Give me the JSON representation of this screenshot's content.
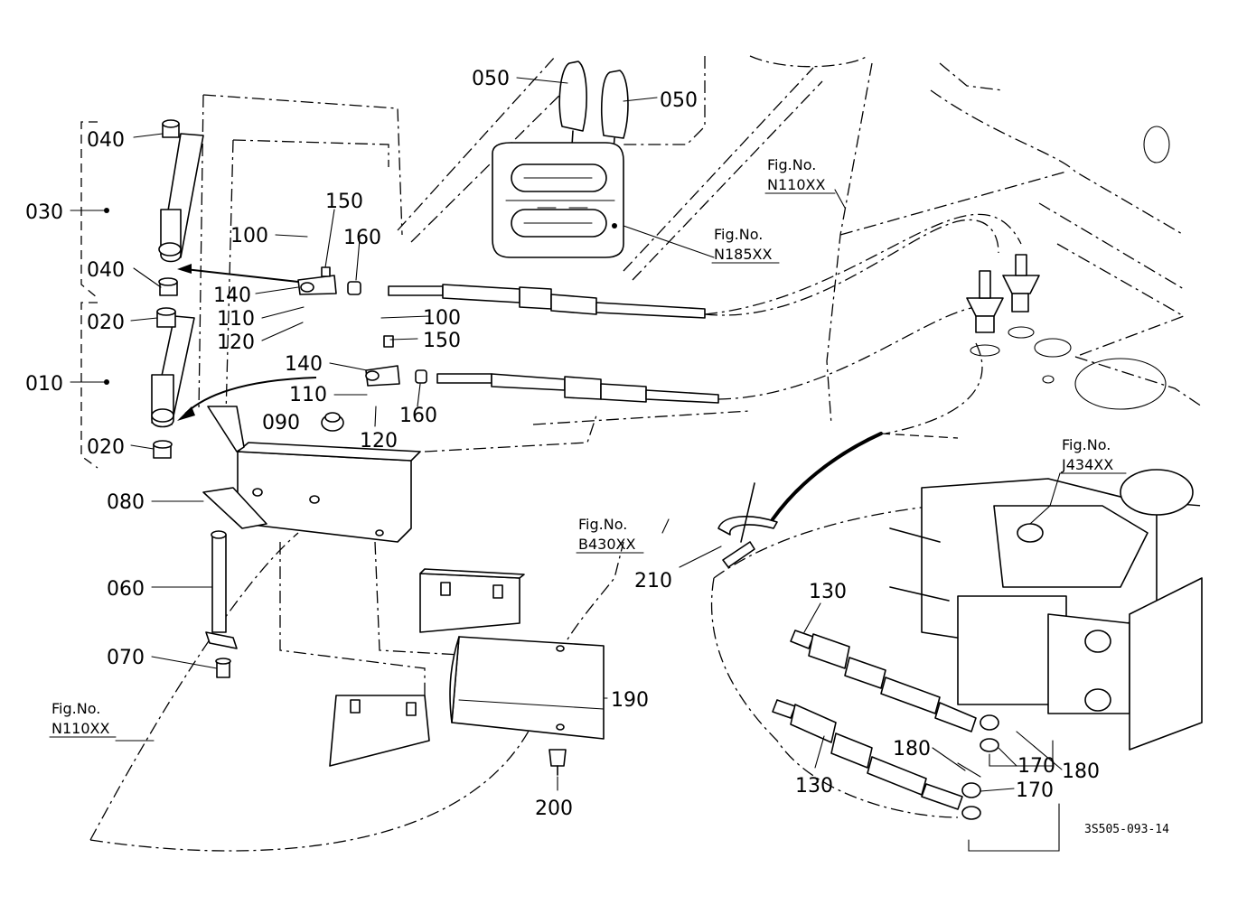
{
  "labels": {
    "p010": "010",
    "p020a": "020",
    "p020b": "020",
    "p030": "030",
    "p040a": "040",
    "p040b": "040",
    "p050a": "050",
    "p050b": "050",
    "p060": "060",
    "p070": "070",
    "p080": "080",
    "p090": "090",
    "p100a": "100",
    "p100b": "100",
    "p110a": "110",
    "p110b": "110",
    "p120a": "120",
    "p120b": "120",
    "p130a": "130",
    "p130b": "130",
    "p140a": "140",
    "p140b": "140",
    "p150a": "150",
    "p150b": "150",
    "p160a": "160",
    "p160b": "160",
    "p170a": "170",
    "p170b": "170",
    "p180a": "180",
    "p180b": "180",
    "p190": "190",
    "p200": "200",
    "p210": "210"
  },
  "figure_refs": {
    "fig_prefix": "Fig.No.",
    "n110_top": "N110XX",
    "n185": "N185XX",
    "b430": "B430XX",
    "j434": "J434XX",
    "n110_bottom": "N110XX"
  },
  "drawing_code": "3S505-093-14"
}
